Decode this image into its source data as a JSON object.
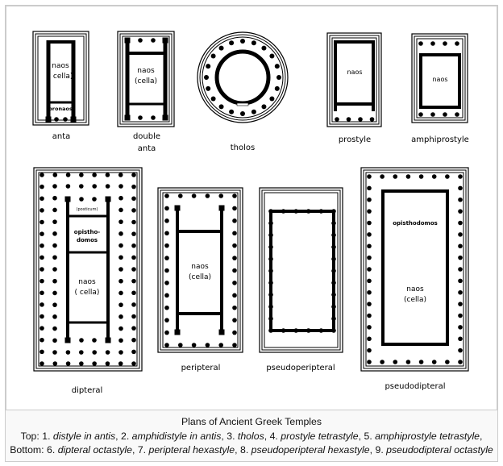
{
  "plans": {
    "anta": {
      "label": "anta",
      "naos": "naos",
      "cella": "( cella)",
      "pronaos": "pronaos"
    },
    "double_anta": {
      "label1": "double",
      "label2": "anta",
      "naos": "naos",
      "cella": "(cella)"
    },
    "tholos": {
      "label": "tholos"
    },
    "prostyle": {
      "label": "prostyle",
      "naos": "naos"
    },
    "amphiprostyle": {
      "label": "amphiprostyle",
      "naos": "naos"
    },
    "dipteral": {
      "label": "dipteral",
      "posticum": "(posticum)",
      "opistho1": "opistho-",
      "opistho2": "domos",
      "naos": "naos",
      "cella": "( cella)"
    },
    "peripteral": {
      "label": "peripteral",
      "naos": "naos",
      "cella": "(cella)"
    },
    "pseudoperipteral": {
      "label": "pseudoperipteral"
    },
    "pseudodipteral": {
      "label": "pseudodipteral",
      "opisthodomos": "opisthodomos",
      "naos": "naos",
      "cella": "(cella)"
    }
  },
  "caption": {
    "title": "Plans of Ancient Greek Temples",
    "top_prefix": "Top: ",
    "top_items": [
      "1. ",
      "distyle in antis",
      ", 2. ",
      "amphidistyle in antis",
      ", 3. ",
      "tholos",
      ", 4. ",
      "prostyle tetrastyle",
      ", 5. ",
      "amphiprostyle tetrastyle",
      ","
    ],
    "bottom_prefix": "Bottom: ",
    "bottom_items": [
      "6. ",
      "dipteral octastyle",
      ", 7. ",
      "peripteral hexastyle",
      ", 8. ",
      "pseudoperipteral hexastyle",
      ", 9. ",
      "pseudodipteral octastyle"
    ]
  }
}
